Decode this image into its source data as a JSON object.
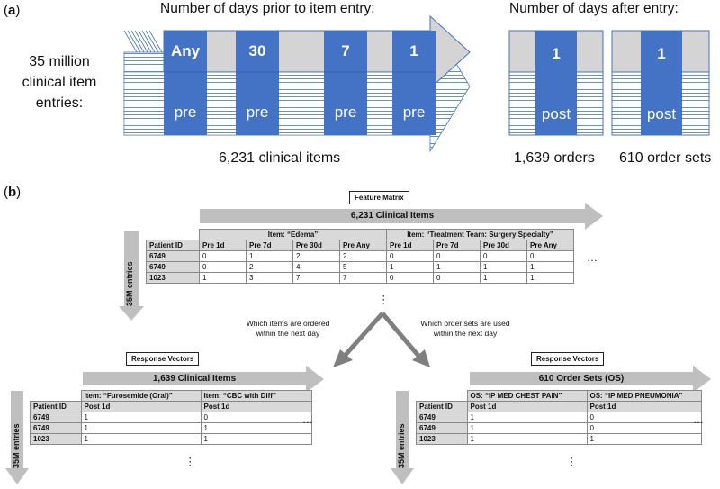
{
  "panel_a": {
    "label_parts": [
      "(",
      "a",
      ")"
    ],
    "prior_heading": "Number of days prior to item entry:",
    "after_heading": "Number of days after entry:",
    "left_label": [
      "35 million",
      "clinical item",
      "entries:"
    ],
    "prior_columns": [
      {
        "top": "Any",
        "bottom": "pre"
      },
      {
        "top": "30",
        "bottom": "pre"
      },
      {
        "top": "7",
        "bottom": "pre"
      },
      {
        "top": "1",
        "bottom": "pre"
      }
    ],
    "after_columns": [
      {
        "top": "1",
        "bottom": "post"
      },
      {
        "top": "1",
        "bottom": "post"
      }
    ],
    "captions": {
      "clinical_items": "6,231 clinical items",
      "orders": "1,639 orders",
      "order_sets": "610 order sets"
    }
  },
  "panel_b": {
    "label_parts": [
      "(",
      "b",
      ")"
    ],
    "feature": {
      "box_title": "Feature Matrix",
      "band": "6,231 Clinical Items",
      "side_label": "35M entries",
      "col_patient": "Patient ID",
      "item_groups": [
        "Item: “Edema”",
        "Item: “Treatment Team: Surgery Specialty”"
      ],
      "subheaders": [
        "Pre 1d",
        "Pre 7d",
        "Pre 30d",
        "Pre Any",
        "Pre 1d",
        "Pre 7d",
        "Pre 30d",
        "Pre Any"
      ],
      "rows": [
        {
          "id": "6749",
          "vals": [
            "0",
            "1",
            "2",
            "2",
            "0",
            "0",
            "0",
            "0"
          ]
        },
        {
          "id": "6749",
          "vals": [
            "0",
            "2",
            "4",
            "5",
            "1",
            "1",
            "1",
            "1"
          ]
        },
        {
          "id": "1023",
          "vals": [
            "1",
            "3",
            "7",
            "7",
            "0",
            "0",
            "1",
            "1"
          ]
        }
      ],
      "ellipsis": "…"
    },
    "question_left": [
      "Which items are ordered",
      "within the next day"
    ],
    "question_right": [
      "Which order sets are used",
      "within the next day"
    ],
    "response_items": {
      "box_title": "Response Vectors",
      "band": "1,639 Clinical Items",
      "side_label": "35M entries",
      "col_patient": "Patient ID",
      "item_groups": [
        "Item: “Furosemide (Oral)”",
        "Item: “CBC with Diff”"
      ],
      "subheaders": [
        "Post 1d",
        "Post 1d"
      ],
      "rows": [
        {
          "id": "6749",
          "vals": [
            "1",
            "0"
          ]
        },
        {
          "id": "6749",
          "vals": [
            "1",
            "1"
          ]
        },
        {
          "id": "1023",
          "vals": [
            "1",
            "1"
          ]
        }
      ],
      "ellipsis": "…"
    },
    "response_sets": {
      "box_title": "Response Vectors",
      "band": "610 Order Sets (OS)",
      "side_label": "35M entries",
      "col_patient": "Patient ID",
      "item_groups": [
        "OS: “IP MED CHEST PAIN”",
        "OS: “IP MED PNEUMONIA”"
      ],
      "subheaders": [
        "Post 1d",
        "Post 1d"
      ],
      "rows": [
        {
          "id": "6749",
          "vals": [
            "1",
            "0"
          ]
        },
        {
          "id": "6749",
          "vals": [
            "1",
            "0"
          ]
        },
        {
          "id": "1023",
          "vals": [
            "1",
            "1"
          ]
        }
      ],
      "ellipsis": "…"
    }
  },
  "colors": {
    "accent_blue": "#4472c4",
    "arrow_gray": "#d0d0d0",
    "band_gray": "#bfbfbf",
    "header_gray": "#d9d9d9"
  }
}
